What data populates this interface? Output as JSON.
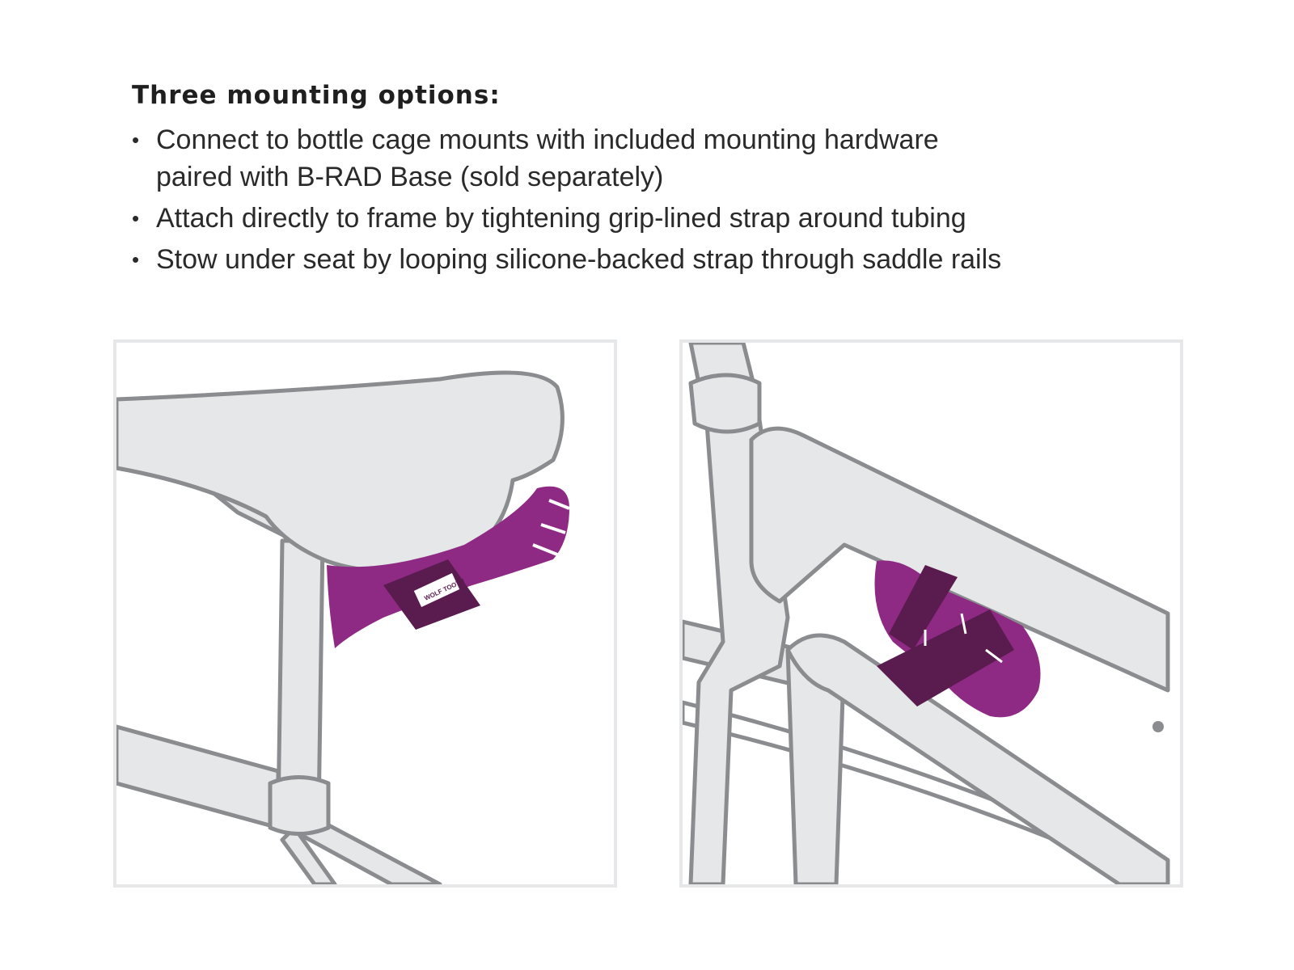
{
  "heading": "Three mounting options:",
  "bullets": [
    {
      "line1": "Connect to bottle cage mounts with included mounting hardware",
      "line2": "paired with B-RAD Base (sold separately)"
    },
    {
      "line1": "Attach directly to frame by tightening grip-lined strap around tubing"
    },
    {
      "line1": "Stow under seat by looping silicone-backed strap through saddle rails"
    }
  ],
  "bullet_symbol": "•",
  "illustrations": {
    "left": {
      "name": "under-seat-mount",
      "logo_text": "WOLF TOOTH"
    },
    "right": {
      "name": "frame-strap-mount"
    }
  },
  "colors": {
    "frame_fill": "#e6e7e8",
    "outline": "#8a8c8f",
    "bag_purple": "#8e2a83",
    "strap_dark": "#5a1b4f"
  }
}
